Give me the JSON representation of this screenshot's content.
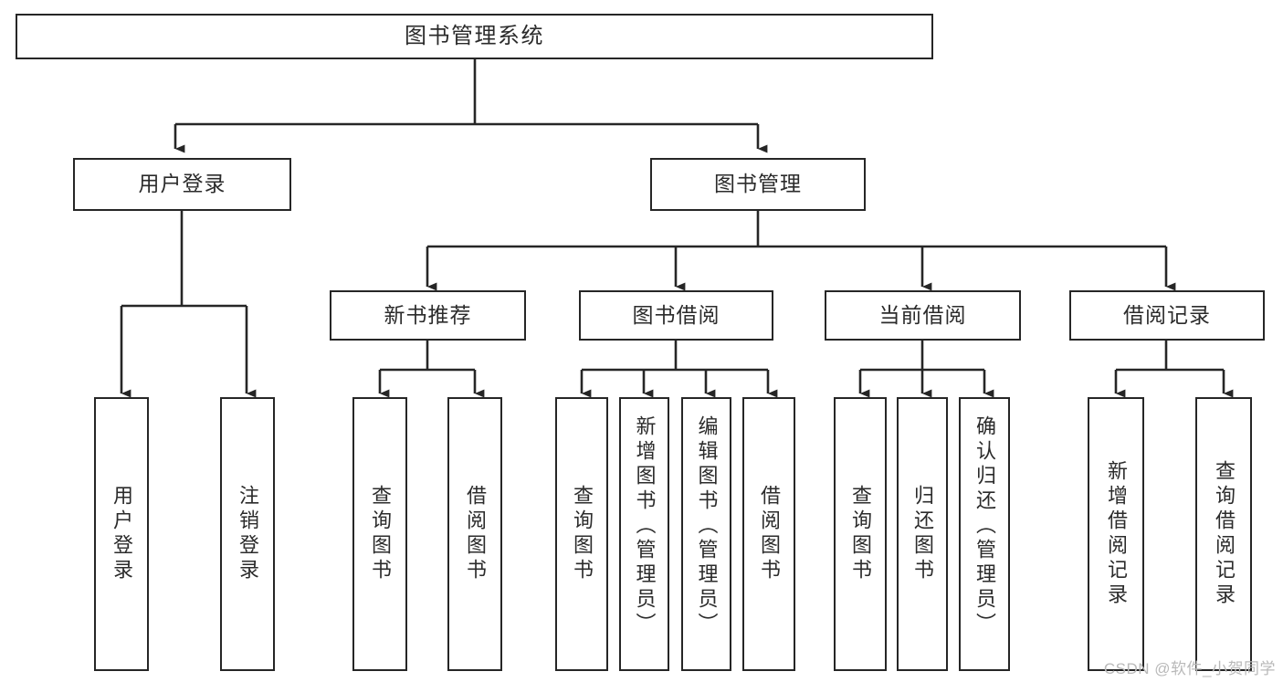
{
  "diagram": {
    "title": "图书管理系统",
    "type": "tree",
    "root": {
      "label": "图书管理系统"
    },
    "tier2": [
      {
        "label": "用户登录"
      },
      {
        "label": "图书管理"
      }
    ],
    "tier3": [
      {
        "label": "新书推荐"
      },
      {
        "label": "图书借阅"
      },
      {
        "label": "当前借阅"
      },
      {
        "label": "借阅记录"
      }
    ],
    "leaves": {
      "user_login": [
        {
          "label": "用户登录"
        },
        {
          "label": "注销登录"
        }
      ],
      "new_book_recommend": [
        {
          "label": "查询图书"
        },
        {
          "label": "借阅图书"
        }
      ],
      "book_borrow": [
        {
          "label": "查询图书"
        },
        {
          "label": "新增图书（管理员）"
        },
        {
          "label": "编辑图书（管理员）"
        },
        {
          "label": "借阅图书"
        }
      ],
      "current_borrow": [
        {
          "label": "查询图书"
        },
        {
          "label": "归还图书"
        },
        {
          "label": "确认归还（管理员）"
        }
      ],
      "borrow_record": [
        {
          "label": "新增借阅记录"
        },
        {
          "label": "查询借阅记录"
        }
      ]
    }
  },
  "watermark": {
    "text": "CSDN @软件_小贺同学"
  },
  "colors": {
    "stroke": "#262626",
    "text": "#2b2b2b",
    "background": "#ffffff",
    "watermark": "#b9b9b9"
  }
}
